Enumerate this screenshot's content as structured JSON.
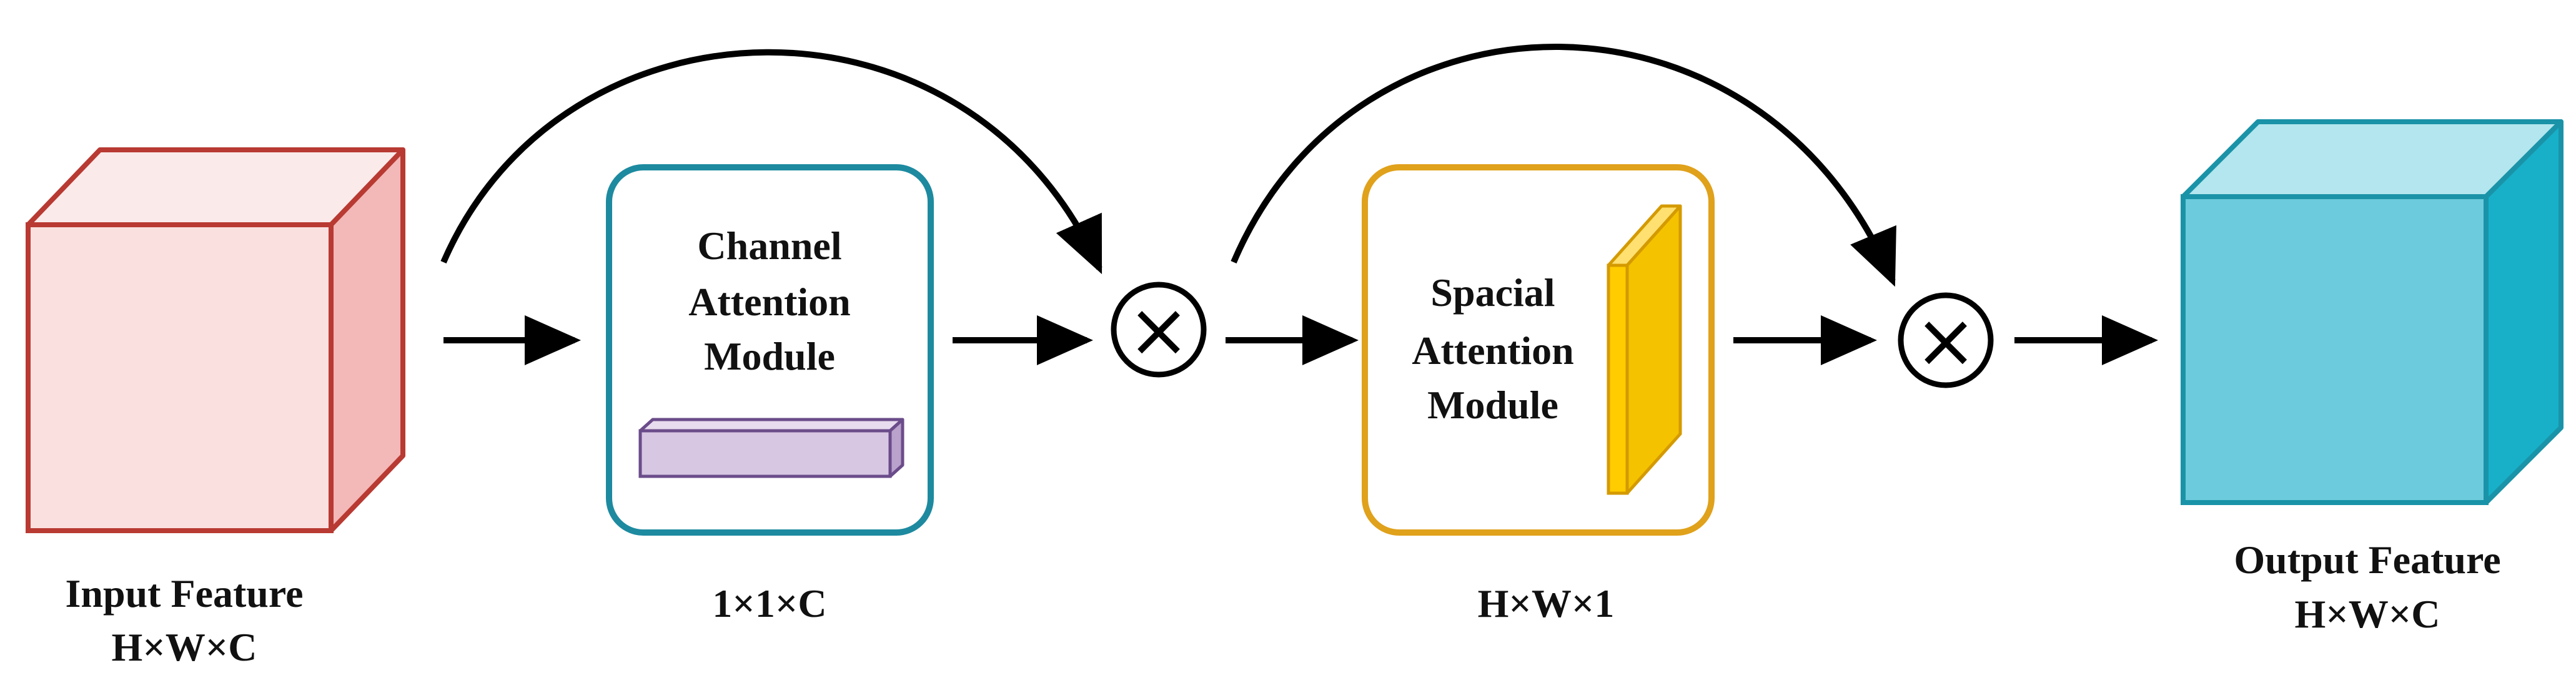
{
  "diagram": {
    "input": {
      "title": "Input Feature",
      "dims": "H×W×C",
      "colors": {
        "front": "#fbe0e0",
        "top": "#fbeaea",
        "side": "#f3b8b8",
        "stroke": "#b83a32"
      }
    },
    "channel_module": {
      "line1": "Channel",
      "line2": "Attention",
      "line3": "Module",
      "dims": "1×1×C",
      "colors": {
        "border": "#1d8aa0",
        "bar_front": "#d8c7e3",
        "bar_top": "#e8dcef",
        "bar_side": "#b9a2cc",
        "bar_stroke": "#6b4c8a"
      }
    },
    "spatial_module": {
      "line1": "Spacial",
      "line2": "Attention",
      "line3": "Module",
      "dims": "H×W×1",
      "colors": {
        "border": "#e0a11b",
        "slab_front": "#ffcc00",
        "slab_top": "#ffe070",
        "slab_side": "#f5c200",
        "slab_stroke": "#d49a00"
      }
    },
    "operator_symbol": "×",
    "output": {
      "title": "Output Feature",
      "dims": "H×W×C",
      "colors": {
        "front": "#6ccbdc",
        "top": "#b3e6ee",
        "side": "#17b0c8",
        "stroke": "#1a93a8"
      }
    }
  }
}
